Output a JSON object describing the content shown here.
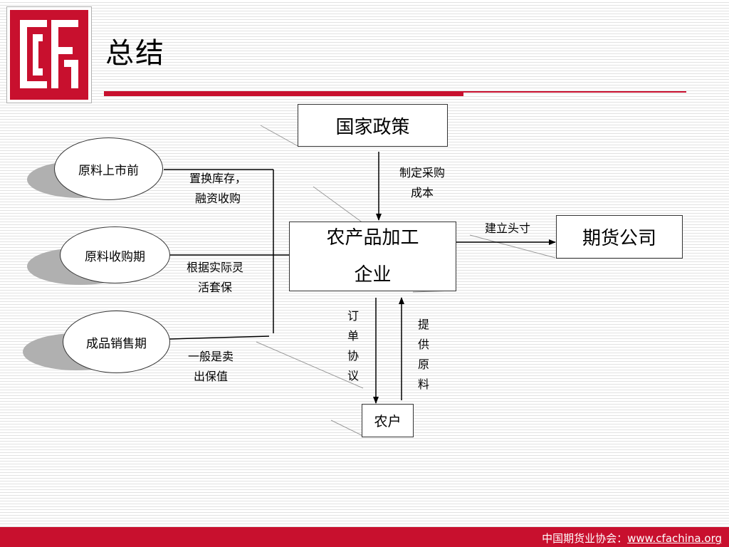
{
  "logo": {
    "text": "CFA"
  },
  "title": "总结",
  "nodes": {
    "policy": "国家政策",
    "enterprise_line1": "农产品加工",
    "enterprise_line2": "企业",
    "futures": "期货公司",
    "farmer": "农户",
    "phase1": "原料上市前",
    "phase2": "原料收购期",
    "phase3": "成品销售期"
  },
  "labels": {
    "cost_line1": "制定采购",
    "cost_line2": "成本",
    "position": "建立头寸",
    "swap_line1": "置换库存，",
    "swap_line2": "融资收购",
    "hedge_line1": "根据实际灵",
    "hedge_line2": "活套保",
    "sell_line1": "一般是卖",
    "sell_line2": "出保值",
    "order": "订单协议",
    "supply": "提供原料"
  },
  "footer": {
    "org": "中国期货业协会：",
    "url": "www.cfachina.org"
  },
  "colors": {
    "brand_red": "#c8102e"
  }
}
